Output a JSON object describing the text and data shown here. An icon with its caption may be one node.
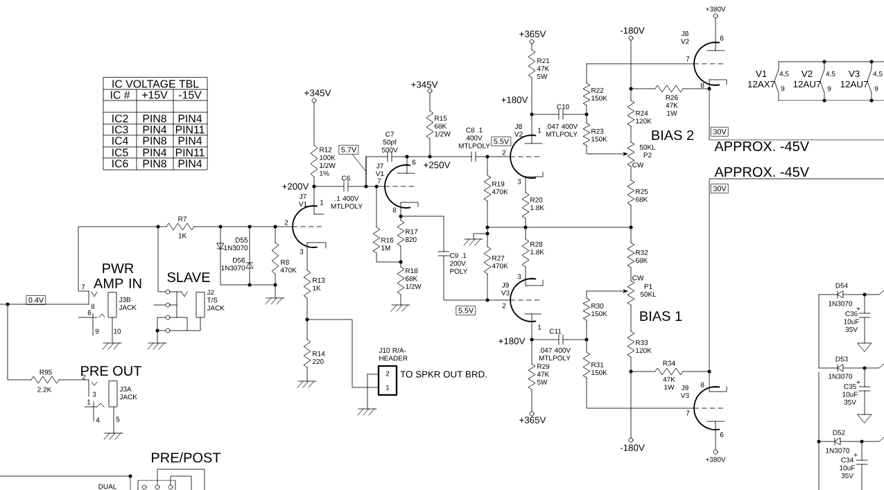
{
  "diagram": {
    "nodes": [
      {
        "text": [
          "30V"
        ]
      },
      {
        "text": [
          "5.5V"
        ]
      },
      {
        "text": [
          "5.7V"
        ]
      },
      {
        "text": [
          "30V"
        ]
      },
      {
        "text": [
          "0.4V"
        ]
      },
      {
        "text": [
          "5.5V"
        ]
      },
      {
        "text": [
          "2",
          "1"
        ],
        "beside": [
          "J10 R/A-HEADER",
          "TO SPKR OUT BRD."
        ]
      },
      {
        "text": [],
        "shape": "line"
      }
    ],
    "edges": [
      {
        "from": 2,
        "to": 7,
        "arrow": "none"
      }
    ],
    "labels": [
      "IC VOLTAGE TBL",
      "IC #",
      "+15V",
      "-15V",
      "IC2",
      "PIN8",
      "PIN4",
      "IC3",
      "PIN4",
      "PIN11",
      "IC4",
      "PIN8",
      "PIN4",
      "IC5",
      "PIN4",
      "PIN11",
      "IC6",
      "PIN8",
      "PIN4",
      "PWR AMP IN",
      "SLAVE",
      "R7",
      "1K",
      "D55 1N3070",
      "D56 1N3070",
      "R8 470K",
      "2",
      "3",
      "7",
      "8",
      "J3B JACK",
      "6",
      "9",
      "10",
      "J2 T/S JACK",
      "R95",
      "2.2K",
      "PRE OUT",
      "2",
      "3",
      "J3A JACK",
      "1",
      "4",
      "5",
      "PRE/POST",
      "DUAL",
      "+345V",
      "R12 100K 1/2W 1%",
      "+200V",
      "J7 V1",
      "1",
      "C6",
      ".1 400V MTLPOLY",
      "C7 50pf 500V",
      "J7 V1",
      "6",
      "7",
      "8",
      "+345V",
      "R15 68K 1/2W",
      "+250V",
      "C8 .1 400V MTLPOLY",
      "R16 1M",
      "R17 820",
      "R18 68K 1/2W",
      "C9 .1 200V POLY",
      "R13 1K",
      "R14 220",
      "R19 470K",
      "R27 470K",
      "+365V",
      "R21 47K 5W",
      "+180V",
      "J8 V2",
      "1",
      "C10",
      ".047 400V MTLPOLY",
      "2",
      "3",
      "R20 1.8K",
      "R28 1.8K",
      "3",
      "J9 V3",
      "2",
      "1",
      "+180V",
      "C11",
      ".047 400V MTLPOLY",
      "R29 47K 5W",
      "+365V",
      "R22 150K",
      "R23 150K",
      "-180V",
      "J8 V2",
      "+380V",
      "6",
      "7",
      "8",
      "R26 47K 1W",
      "R24 120K",
      "BIAS 2",
      "50KL P2",
      "CW",
      "R25 68K",
      "APPROX. -45V",
      "APPROX. -45V",
      "V1 12AX7",
      "4,5",
      "9",
      "V2 12AU7",
      "4,5",
      "9",
      "V3 12AU7",
      "4,5",
      "9",
      "R32 68K",
      "CW",
      "P1 50KL",
      "R30 150K",
      "BIAS 1",
      "R33 120K",
      "R31 150K",
      "R34",
      "47K 1W",
      "J9 V3",
      "8",
      "7",
      "6",
      "-180V",
      "+380V",
      "D54",
      "1N3070",
      "+",
      "C36 10uF 35V",
      "D53",
      "1N3070",
      "+",
      "C35 10uF 35V",
      "D52",
      "1N3070",
      "+",
      "C34 10uF 35V"
    ]
  }
}
